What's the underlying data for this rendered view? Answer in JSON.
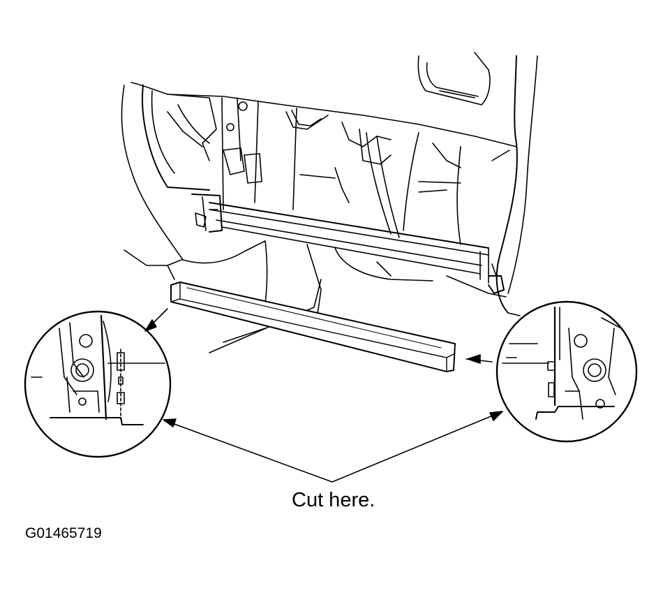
{
  "figure": {
    "callout_text": "Cut here.",
    "figure_id": "G01465719"
  },
  "colors": {
    "ink": "#000000",
    "paper": "#ffffff"
  },
  "icons": {
    "left_detail": "magnified-detail-circle",
    "right_detail": "magnified-detail-circle",
    "pointer": "arrowhead"
  }
}
